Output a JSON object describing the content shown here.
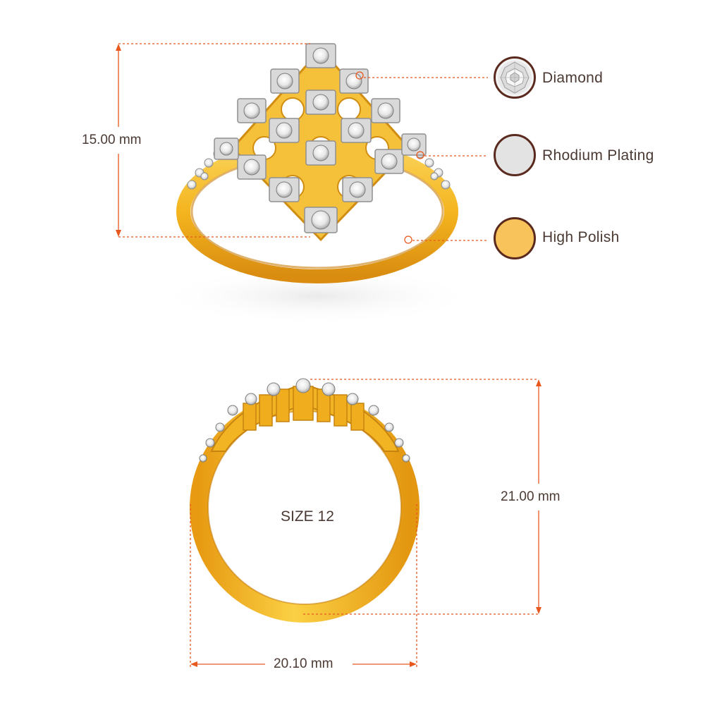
{
  "legend": {
    "diamond": {
      "label": "Diamond",
      "icon": "diamond-icon",
      "color": "#e9e9e9"
    },
    "rhodium": {
      "label": "Rhodium Plating",
      "icon": "rhodium-swatch",
      "color": "#e3e3e3"
    },
    "polish": {
      "label": "High Polish",
      "icon": "gold-swatch",
      "color": "#f7c35a"
    }
  },
  "dimensions": {
    "top_height": "15.00 mm",
    "front_height": "21.00 mm",
    "front_width": "20.10 mm",
    "size": "SIZE 12"
  },
  "colors": {
    "dimension_line": "#e8581e",
    "swatch_border": "#5a2a1e",
    "gold": "#f4b51f",
    "gold_dark": "#d98c10",
    "text": "#4a3a33"
  }
}
